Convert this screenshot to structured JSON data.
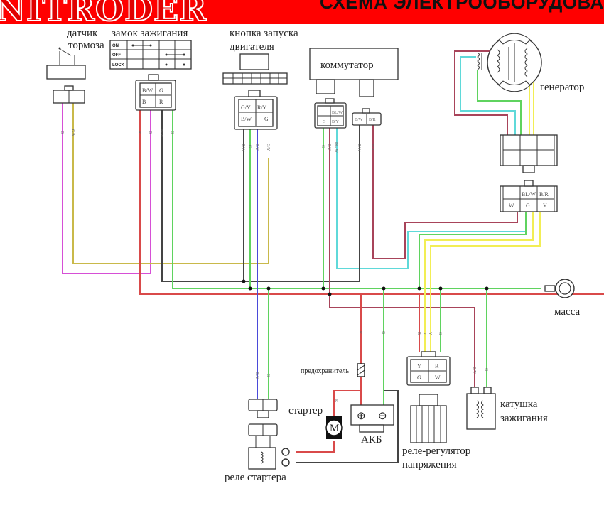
{
  "header": {
    "brand": "NITRODER",
    "title": "СХЕМА ЭЛЕКТРООБОРУДОВА"
  },
  "colors": {
    "banner": "#ff0000",
    "wire_red": "#d94a4a",
    "wire_pink": "#d64fd6",
    "wire_olive": "#c9b94a",
    "wire_black": "#444444",
    "wire_green": "#5fd35f",
    "wire_blue": "#4a4ad9",
    "wire_cyan": "#5fd9d9",
    "wire_maroon": "#a8445a",
    "wire_yellow": "#f2ee55"
  },
  "components": {
    "brake_sensor": {
      "line1": "датчик",
      "line2": "тормоза",
      "wires": [
        "B",
        "G/Y"
      ]
    },
    "ignition_lock": {
      "label": "замок зажигания",
      "positions": [
        "ON",
        "OFF",
        "LOCK"
      ],
      "pins": [
        "B/W",
        "G",
        "B",
        "R"
      ],
      "wires": [
        "R",
        "B",
        "B/W",
        "G"
      ]
    },
    "start_button": {
      "line1": "кнопка запуска",
      "line2": "двигателя",
      "pins": [
        "G/Y",
        "R/Y",
        "B/W",
        "G"
      ],
      "wires": [
        "B/W",
        "G",
        "R/Y",
        "G/Y"
      ]
    },
    "commutator": {
      "label": "коммутатор",
      "pins_a": [
        "BL/W",
        "G",
        "B/Y"
      ],
      "pins_b": [
        "B/W",
        "B/R"
      ],
      "wires": [
        "G",
        "B/Y",
        "BL/W",
        "B/W",
        "B/R"
      ]
    },
    "generator": {
      "label": "генератор",
      "connector_pins": [
        "BL/W",
        "B/R",
        "W",
        "G",
        "Y"
      ]
    },
    "ground": {
      "label": "масса"
    },
    "fuse": {
      "label": "предохранитель"
    },
    "starter": {
      "label": "стартер",
      "symbol": "M",
      "wire": "R"
    },
    "battery": {
      "label": "АКБ",
      "plus": "⊕",
      "minus": "⊖",
      "wires": [
        "R",
        "G"
      ]
    },
    "regulator": {
      "line1": "реле-регулятор",
      "line2": "напряжения",
      "pins": [
        "Y",
        "R",
        "G",
        "W"
      ],
      "wires": [
        "R",
        "Y",
        "Y",
        "G"
      ]
    },
    "ignition_coil": {
      "line1": "катушка",
      "line2": "зажигания",
      "wires": [
        "B/Y",
        "G"
      ]
    },
    "starter_relay": {
      "label": "реле стартера",
      "wires": [
        "R/Y",
        "G"
      ]
    }
  }
}
